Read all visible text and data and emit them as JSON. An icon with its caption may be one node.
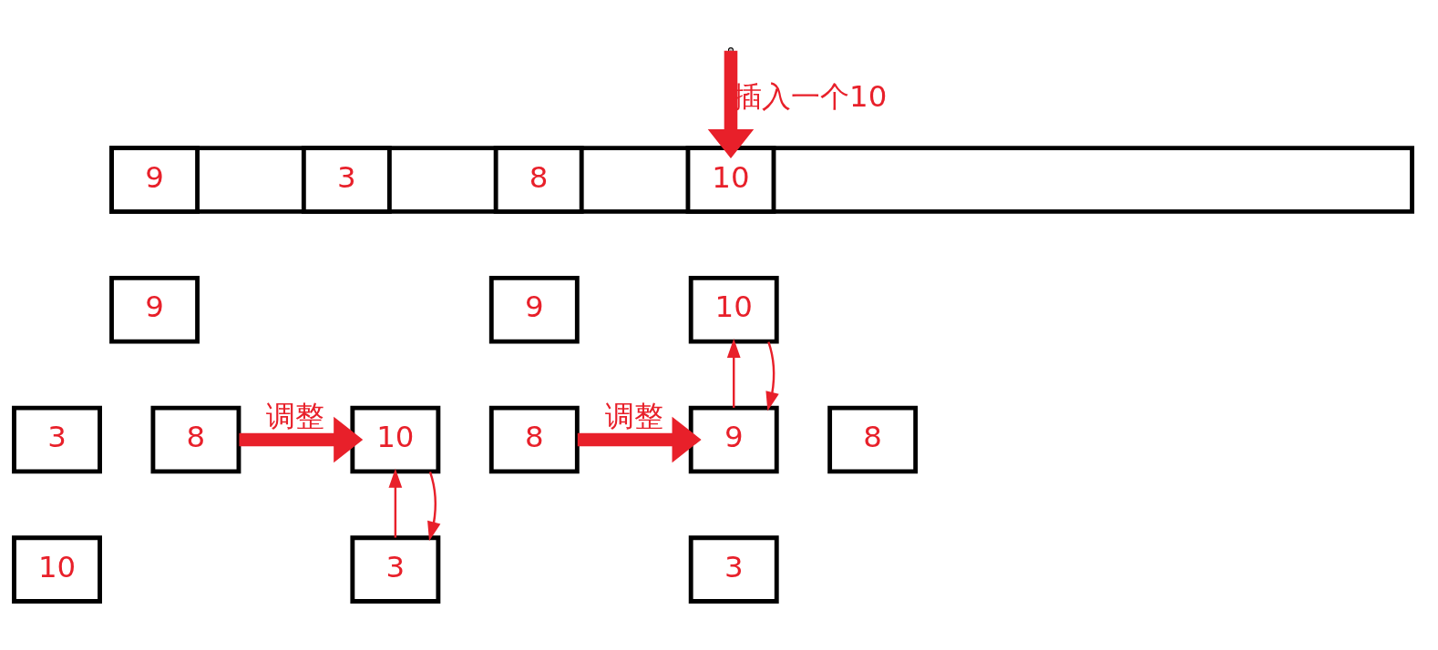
{
  "diagram": {
    "nodes": [
      {
        "text": [],
        "shape": "box"
      },
      {
        "text": [
          "9"
        ],
        "in": 0
      },
      {
        "text": [
          "3"
        ],
        "in": 0
      },
      {
        "text": [
          "8"
        ],
        "in": 0
      },
      {
        "text": [
          "10"
        ],
        "in": 0
      },
      {
        "text": [
          "9"
        ]
      },
      {
        "text": [
          "3"
        ]
      },
      {
        "text": [
          "8"
        ]
      },
      {
        "text": [
          "10"
        ]
      },
      {
        "text": [
          "9"
        ]
      },
      {
        "text": [
          "10"
        ]
      },
      {
        "text": [
          "8"
        ]
      },
      {
        "text": [
          "3"
        ]
      },
      {
        "text": [
          "10"
        ]
      },
      {
        "text": [
          "9"
        ]
      },
      {
        "text": [
          "8"
        ]
      },
      {
        "text": [
          "3"
        ]
      }
    ],
    "edges": [
      {
        "from": null,
        "to": 4,
        "arrow": "to",
        "label": "插入一个10",
        "style": "thick"
      },
      {
        "from": 7,
        "to": 10,
        "arrow": "to",
        "label": "调整",
        "style": "thick"
      },
      {
        "from": 12,
        "to": 10,
        "arrow": "to"
      },
      {
        "from": 10,
        "to": 12,
        "arrow": "to"
      },
      {
        "from": 11,
        "to": 14,
        "arrow": "to",
        "label": "调整",
        "style": "thick"
      },
      {
        "from": 14,
        "to": 13,
        "arrow": "to"
      },
      {
        "from": 13,
        "to": 14,
        "arrow": "to"
      }
    ]
  }
}
